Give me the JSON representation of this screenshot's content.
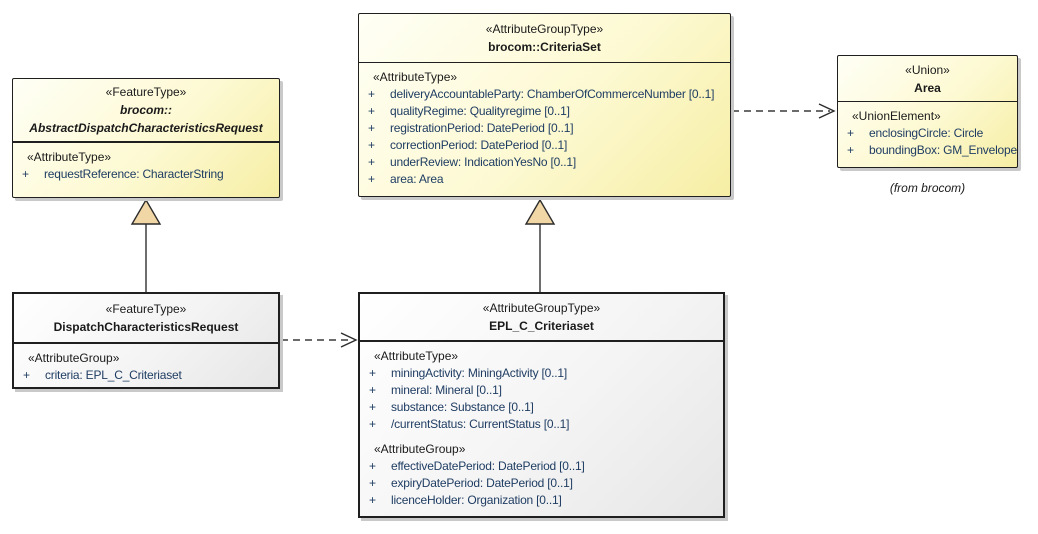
{
  "colors": {
    "border": "#1f1f1f",
    "attribute_text": "#1f3d63",
    "triangle_fill": "#f2d7a6",
    "shadow": "#c9c9c9"
  },
  "classes": {
    "abstractRequest": {
      "stereotype": "«FeatureType»",
      "name_line1": "brocom::",
      "name_line2": "AbstractDispatchCharacteristicsRequest",
      "sections": [
        {
          "header": "«AttributeType»",
          "members": [
            {
              "vis": "+",
              "text": "requestReference: CharacterString"
            }
          ]
        }
      ]
    },
    "criteriaSet": {
      "stereotype": "«AttributeGroupType»",
      "name": "brocom::CriteriaSet",
      "sections": [
        {
          "header": "«AttributeType»",
          "members": [
            {
              "vis": "+",
              "text": "deliveryAccountableParty: ChamberOfCommerceNumber [0..1]"
            },
            {
              "vis": "+",
              "text": "qualityRegime: Qualityregime [0..1]"
            },
            {
              "vis": "+",
              "text": "registrationPeriod: DatePeriod [0..1]"
            },
            {
              "vis": "+",
              "text": "correctionPeriod: DatePeriod [0..1]"
            },
            {
              "vis": "+",
              "text": "underReview: IndicationYesNo [0..1]"
            },
            {
              "vis": "+",
              "text": "area: Area"
            }
          ]
        }
      ]
    },
    "area": {
      "stereotype": "«Union»",
      "name": "Area",
      "sections": [
        {
          "header": "«UnionElement»",
          "members": [
            {
              "vis": "+",
              "text": "enclosingCircle: Circle"
            },
            {
              "vis": "+",
              "text": "boundingBox: GM_Envelope"
            }
          ]
        }
      ],
      "note": "(from brocom)"
    },
    "dispatchRequest": {
      "stereotype": "«FeatureType»",
      "name": "DispatchCharacteristicsRequest",
      "sections": [
        {
          "header": "«AttributeGroup»",
          "members": [
            {
              "vis": "+",
              "text": "criteria: EPL_C_Criteriaset"
            }
          ]
        }
      ]
    },
    "eplCriteriaset": {
      "stereotype": "«AttributeGroupType»",
      "name": "EPL_C_Criteriaset",
      "sections": [
        {
          "header": "«AttributeType»",
          "members": [
            {
              "vis": "+",
              "text": "miningActivity: MiningActivity [0..1]"
            },
            {
              "vis": "+",
              "text": "mineral: Mineral [0..1]"
            },
            {
              "vis": "+",
              "text": "substance: Substance [0..1]"
            },
            {
              "vis": "+",
              "text": "/currentStatus: CurrentStatus [0..1]"
            }
          ]
        },
        {
          "header": "«AttributeGroup»",
          "members": [
            {
              "vis": "+",
              "text": "effectiveDatePeriod: DatePeriod [0..1]"
            },
            {
              "vis": "+",
              "text": "expiryDatePeriod: DatePeriod [0..1]"
            },
            {
              "vis": "+",
              "text": "licenceHolder: Organization [0..1]"
            }
          ]
        }
      ]
    }
  }
}
